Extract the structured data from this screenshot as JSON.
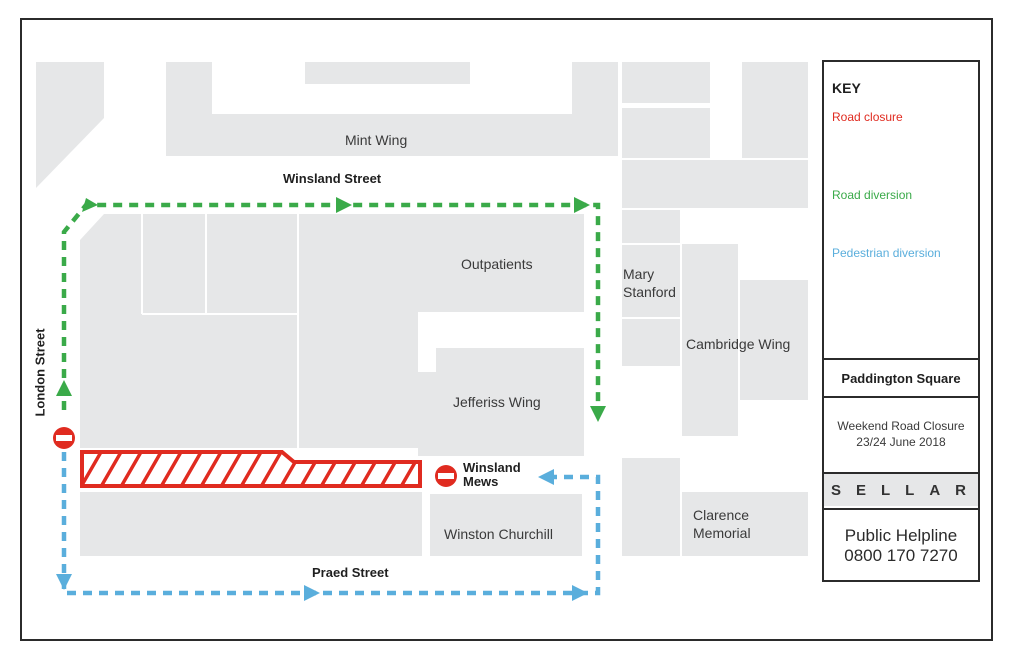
{
  "colors": {
    "closure": "#e02b20",
    "road_diversion": "#3aaa49",
    "pedestrian_diversion": "#5aaedc",
    "building": "#e6e7e8",
    "frame": "#2b2b2b"
  },
  "buildings": {
    "mint_wing": "Mint Wing",
    "outpatients": "Outpatients",
    "mary_stanford": "Mary\nStanford",
    "cambridge_wing": "Cambridge Wing",
    "jefferiss_wing": "Jefferiss Wing",
    "winston_churchill": "Winston Churchill",
    "clarence_memorial": "Clarence\nMemorial"
  },
  "streets": {
    "winsland_street": "Winsland Street",
    "london_street": "London Street",
    "praed_street": "Praed Street",
    "winsland_mews": "Winsland\nMews"
  },
  "icons": {
    "no_entry": "no-entry-icon",
    "arrow": "arrow-icon"
  },
  "key": {
    "title": "KEY",
    "road_closure": "Road closure",
    "road_diversion": "Road diversion",
    "pedestrian_diversion": "Pedestrian diversion",
    "location": "Paddington Square",
    "notice_line1": "Weekend Road Closure",
    "notice_line2": "23/24 June 2018",
    "brand": "SELLAR",
    "helpline_label": "Public Helpline",
    "helpline_number": "0800 170 7270"
  }
}
